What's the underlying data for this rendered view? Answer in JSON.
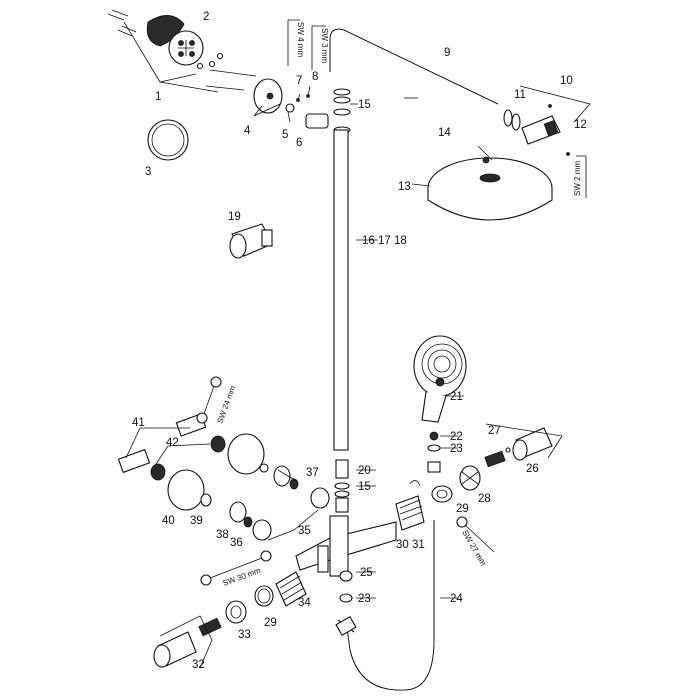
{
  "diagram": {
    "callouts": [
      "1",
      "2",
      "3",
      "4",
      "5",
      "6",
      "7",
      "8",
      "9",
      "10",
      "11",
      "12",
      "13",
      "14",
      "15",
      "16 17 18",
      "19",
      "20",
      "21",
      "22",
      "23",
      "24",
      "25",
      "26",
      "27",
      "28",
      "29",
      "30 31",
      "32",
      "33",
      "34",
      "35",
      "36",
      "37",
      "38",
      "39",
      "40",
      "41",
      "42"
    ],
    "tool_labels": [
      "SW 4 mm",
      "SW 3 mm",
      "SW 2 mm",
      "SW 24 mm",
      "SW 27 mm",
      "SW 30 mm"
    ]
  }
}
